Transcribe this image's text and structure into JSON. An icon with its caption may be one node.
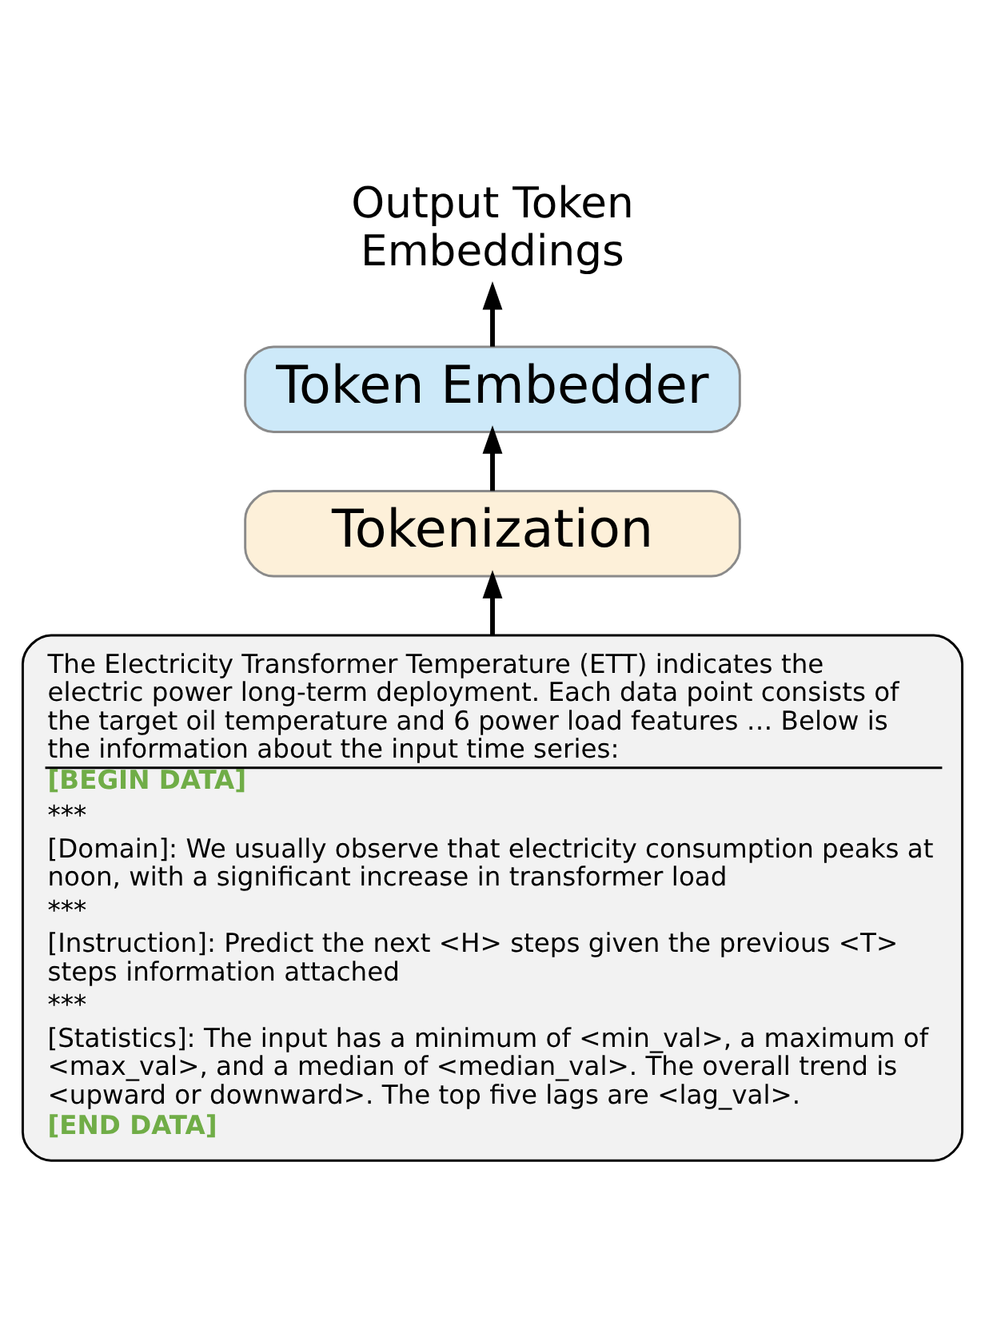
{
  "diagram": {
    "nodes": [
      {
        "text": [
          "Output Token Embeddings"
        ]
      },
      {
        "text": [
          "Token Embedder"
        ]
      },
      {
        "text": [
          "Tokenization"
        ]
      },
      {
        "text": [
          "The Electricity Transformer Temperature (ETT) indicates the electric power long-term deployment. Each data point consists of the target oil temperature and 6 power load features … Below is the information about the input time series:",
          "[BEGIN DATA]",
          "***",
          "[Domain]: We usually observe that electricity consumption peaks at noon, with a significant increase in transformer load",
          "***",
          "[Instruction]: Predict the next <H> steps given the previous <T> steps information attached",
          "***",
          "[Statistics]: The input has a minimum of <min_val>, a maximum of <max_val>, and a median of <median_val>. The overall trend is <upward or downward>. The top five lags are <lag_val>.",
          "[END DATA]"
        ]
      }
    ],
    "edges": [
      {
        "from": 3,
        "to": 2,
        "arrow": "to"
      },
      {
        "from": 2,
        "to": 1,
        "arrow": "to"
      },
      {
        "from": 1,
        "to": 0,
        "arrow": "to"
      }
    ]
  }
}
